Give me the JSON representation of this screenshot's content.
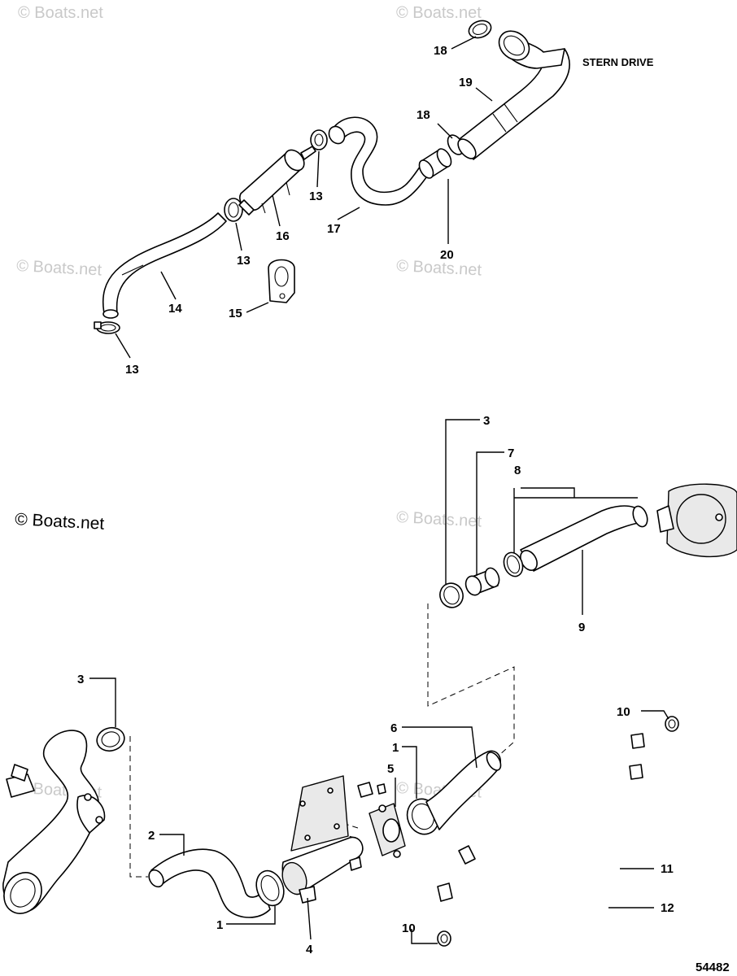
{
  "watermark": "© Boats.net",
  "figure_number": "54482",
  "stern_drive_label": "STERN DRIVE",
  "callouts": {
    "c1_upper": "1",
    "c1_lower": "1",
    "c2": "2",
    "c3_upper": "3",
    "c3_lower": "3",
    "c4": "4",
    "c5": "5",
    "c6": "6",
    "c7": "7",
    "c8": "8",
    "c9": "9",
    "c10_upper": "10",
    "c10_lower": "10",
    "c11": "11",
    "c12": "12",
    "c13_a": "13",
    "c13_b": "13",
    "c13_c": "13",
    "c14": "14",
    "c15": "15",
    "c16": "16",
    "c17": "17",
    "c18_top": "18",
    "c18_mid": "18",
    "c19": "19",
    "c20": "20"
  }
}
